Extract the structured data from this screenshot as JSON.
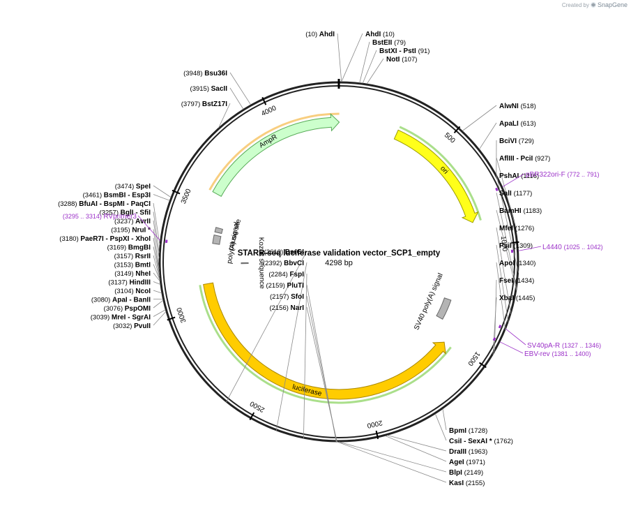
{
  "branding": {
    "created_by": "Created by",
    "logo": "SnapGene"
  },
  "plasmid": {
    "name": "STARR-seq luciferase validation vector_SCP1_empty",
    "length": 4298,
    "length_label": "4298 bp"
  },
  "ticks": [
    500,
    1000,
    1500,
    2000,
    2500,
    3000,
    3500,
    4000
  ],
  "features": [
    {
      "name": "AmpR",
      "label": "AmpR",
      "start": 3570,
      "end": 4300,
      "strand": 1,
      "track": 1,
      "color": "#ccffcc",
      "stroke": "#55aa55"
    },
    {
      "name": "ori",
      "label": "ori",
      "start": 290,
      "end": 880,
      "strand": 1,
      "track": 1,
      "color": "#ffff1a",
      "stroke": "#999900"
    },
    {
      "name": "luciferase",
      "label": "luciferase",
      "start": 1520,
      "end": 3110,
      "strand": -1,
      "track": 2,
      "color": "#ffcc00",
      "stroke": "#aa8800"
    },
    {
      "name": "SV40 poly(A) signal",
      "label": "SV40 poly(A) signal",
      "start": 1300,
      "end": 1420,
      "strand": 0,
      "track": 3,
      "color": "#b4b4b4",
      "stroke": "#666"
    },
    {
      "name": "pause site",
      "label": "pause site",
      "start": 3385,
      "end": 3410,
      "strand": 0,
      "track": 4,
      "color": "#b4b4b4",
      "stroke": "#666"
    },
    {
      "name": "poly(A) signal",
      "label": "poly(A) signal",
      "start": 3322,
      "end": 3368,
      "strand": 0,
      "track": 4,
      "color": "#b4b4b4",
      "stroke": "#666"
    },
    {
      "name": "Kozak sequence",
      "label": "Kozak sequence",
      "start": 3210,
      "end": 3216,
      "strand": 0,
      "track": 5,
      "color": "#b4b4b4",
      "stroke": "#666"
    }
  ],
  "sites": [
    {
      "name": "AhdI",
      "pos": "(10)",
      "side": "left"
    },
    {
      "name": "BstEII",
      "pos": "(79)",
      "side": "right"
    },
    {
      "name": "BstXI",
      "pos": "(91)",
      "side": "right",
      "extra": "- PstI"
    },
    {
      "name": "NotI",
      "pos": "(107)",
      "side": "right"
    },
    {
      "name": "AlwNI",
      "pos": "(518)",
      "side": "right"
    },
    {
      "name": "ApaLI",
      "pos": "(613)",
      "side": "right"
    },
    {
      "name": "BciVI",
      "pos": "(729)",
      "side": "right"
    },
    {
      "name": "AflIII",
      "pos": "(927)",
      "side": "right",
      "extra": "- PciI"
    },
    {
      "name": "PshAI",
      "pos": "(1116)",
      "side": "right"
    },
    {
      "name": "SalI",
      "pos": "(1177)",
      "side": "right"
    },
    {
      "name": "BamHI",
      "pos": "(1183)",
      "side": "right"
    },
    {
      "name": "MfeI",
      "pos": "(1276)",
      "side": "right"
    },
    {
      "name": "PsiI",
      "pos": "(1309)",
      "side": "right"
    },
    {
      "name": "ApoI",
      "pos": "(1340)",
      "side": "right"
    },
    {
      "name": "FseI",
      "pos": "(1434)",
      "side": "right"
    },
    {
      "name": "XbaI",
      "pos": "(1445)",
      "side": "right"
    },
    {
      "name": "BpmI",
      "pos": "(1728)",
      "side": "right"
    },
    {
      "name": "CsiI",
      "pos": "(1762)",
      "side": "right",
      "extra": "- SexAI *"
    },
    {
      "name": "DraIII",
      "pos": "(1963)",
      "side": "right"
    },
    {
      "name": "AgeI",
      "pos": "(1971)",
      "side": "right"
    },
    {
      "name": "BlpI",
      "pos": "(2149)",
      "side": "right"
    },
    {
      "name": "KasI",
      "pos": "(2155)",
      "side": "right"
    },
    {
      "name": "NarI",
      "pos": "(2156)",
      "side": "left"
    },
    {
      "name": "SfoI",
      "pos": "(2157)",
      "side": "left"
    },
    {
      "name": "PluTI",
      "pos": "(2159)",
      "side": "left"
    },
    {
      "name": "FspI",
      "pos": "(2284)",
      "side": "left"
    },
    {
      "name": "BbvCI",
      "pos": "(2392)",
      "side": "left"
    },
    {
      "name": "BsrGI",
      "pos": "(2612)",
      "side": "left"
    },
    {
      "name": "PvuII",
      "pos": "(3032)",
      "side": "left"
    },
    {
      "name": "MreI",
      "pos": "(3039)",
      "side": "left",
      "extra": "- SgrAI"
    },
    {
      "name": "PspOMI",
      "pos": "(3076)",
      "side": "left"
    },
    {
      "name": "ApaI",
      "pos": "(3080)",
      "side": "left",
      "extra": "- BanII"
    },
    {
      "name": "NcoI",
      "pos": "(3104)",
      "side": "left"
    },
    {
      "name": "HindIII",
      "pos": "(3137)",
      "side": "left"
    },
    {
      "name": "NheI",
      "pos": "(3149)",
      "side": "left"
    },
    {
      "name": "BmtI",
      "pos": "(3153)",
      "side": "left"
    },
    {
      "name": "RsrII",
      "pos": "(3157)",
      "side": "left"
    },
    {
      "name": "BmgBI",
      "pos": "(3169)",
      "side": "left"
    },
    {
      "name": "PaeR7I",
      "pos": "(3180)",
      "side": "left",
      "extra": "- PspXI - XhoI"
    },
    {
      "name": "AvrII",
      "pos": "(3237)",
      "side": "left"
    },
    {
      "name": "NruI *",
      "pos": "(3195)",
      "side": "left"
    },
    {
      "name": "BglI",
      "pos": "(3257)",
      "side": "left",
      "extra": "- SfiI"
    },
    {
      "name": "BfuAI",
      "pos": "(3288)",
      "side": "left",
      "extra": "- BspMI - PaqCI"
    },
    {
      "name": "BsmBI",
      "pos": "(3461)",
      "side": "left",
      "extra": "- Esp3I"
    },
    {
      "name": "SpeI",
      "pos": "(3474)",
      "side": "left"
    },
    {
      "name": "BstZ17I",
      "pos": "(3797)",
      "side": "left"
    },
    {
      "name": "SacII",
      "pos": "(3915)",
      "side": "left"
    },
    {
      "name": "Bsu36I",
      "pos": "(3948)",
      "side": "left"
    }
  ],
  "primers": [
    {
      "name": "pBR322ori-F",
      "range": "(772 .. 791)"
    },
    {
      "name": "L4440",
      "range": "(1025 .. 1042)"
    },
    {
      "name": "SV40pA-R",
      "range": "(1327 .. 1346)"
    },
    {
      "name": "EBV-rev",
      "range": "(1381 .. 1400)"
    },
    {
      "name": "RVprimer3",
      "range": "(3295 .. 3314)"
    }
  ],
  "colors": {
    "primer": "#9b30c8",
    "backbone": "#222222"
  }
}
